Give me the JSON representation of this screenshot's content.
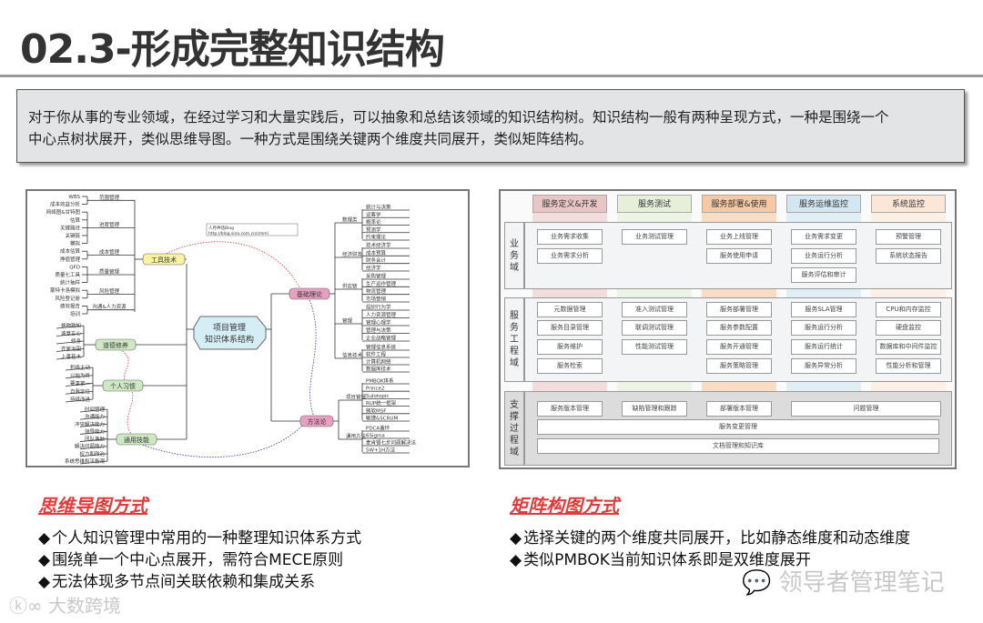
{
  "title": "02.3-形成完整知识结构",
  "intro": {
    "line1": "对于你从事的专业领域，在经过学习和大量实践后，可以抽象和总结该领域的知识结构树。知识结构一般有两种呈现方式，一种是围绕一个",
    "line2": "中心点树状展开，类似思维导图。一种方式是围绕关键两个维度共同展开，类似矩阵结构。"
  },
  "mindmap": {
    "center": [
      "项目管理",
      "知识体系结构"
    ],
    "note": [
      "人月神话Blog",
      "http://blog.sina.com.cn/cmmi"
    ],
    "left": [
      {
        "label": "工具技术",
        "color": "#f7f3a0",
        "groups": [
          {
            "label": "范围管理",
            "leaves": [
              "WBS",
              "成本效益分析"
            ]
          },
          {
            "label": "进度管理",
            "leaves": [
              "网络图&甘特图",
              "估算",
              "关键路径",
              "关键链",
              "模拟"
            ]
          },
          {
            "label": "成本管理",
            "leaves": [
              "成本估算",
              "挣值管理"
            ]
          },
          {
            "label": "质量管理",
            "leaves": [
              "QFD",
              "质量七工具",
              "统计抽样"
            ]
          },
          {
            "label": "风险管理",
            "leaves": [
              "蒙特卡洛模拟",
              "风险登记册"
            ]
          },
          {
            "label": "沟通&人力资源",
            "leaves": [
              "绩效报告",
              "培训"
            ]
          }
        ]
      },
      {
        "label": "道德修养",
        "color": "#cfe8c4",
        "leaves": [
          "格物致知",
          "诚意正心",
          "修身",
          "齐家治国",
          "上善若水"
        ]
      },
      {
        "label": "个人习惯",
        "color": "#cfe8c4",
        "leaves": [
          "积极主动",
          "以始为终",
          "要事第一",
          "自我定位",
          "持续改进"
        ]
      },
      {
        "label": "通用技能",
        "color": "#cfe8c4",
        "leaves": [
          "时间管理",
          "沟通能力",
          "冲突解决能力",
          "领导能力",
          "团队激励",
          "解决问题能力",
          "权力和政治",
          "系统思维和平衡观"
        ]
      }
    ],
    "right": [
      {
        "label": "基础理论",
        "color": "#e8a0c0",
        "groups": [
          {
            "label": "数理类",
            "leaves": [
              "统计与决策",
              "运筹学",
              "概率论",
              "预测学",
              "约束理论"
            ]
          },
          {
            "label": "经济财务",
            "leaves": [
              "技术经济学",
              "成本预算",
              "财务会计",
              "经济学"
            ]
          },
          {
            "label": "供应链",
            "leaves": [
              "采购管理",
              "生产运作管理",
              "物流管理",
              "市场营销"
            ]
          },
          {
            "label": "管理",
            "leaves": [
              "组织行为学",
              "人力资源管理",
              "管理心理学",
              "管理与决策",
              "企业战略管理"
            ]
          },
          {
            "label": "信息技术",
            "leaves": [
              "管理信息系统",
              "软件工程",
              "计算机网络",
              "数据库技术"
            ]
          }
        ]
      },
      {
        "label": "方法论",
        "color": "#e8a0c0",
        "groups": [
          {
            "label": "项目管理",
            "leaves": [
              "PMBOK体系",
              "Prince2",
              "Sulotopic",
              "RUP统一框架",
              "微软MSF",
              "敏捷&SCRUM"
            ]
          },
          {
            "label": "通用方法",
            "leaves": [
              "PDCA循环",
              "6Sigma",
              "麦肯锡七步问题解决法",
              "5W+1H方法"
            ]
          }
        ]
      }
    ]
  },
  "matrix": {
    "columns": [
      {
        "label": "服务定义&开发",
        "color": "#e9c5c5",
        "light": "#f2dcdc"
      },
      {
        "label": "服务测试",
        "color": "#e6efd9",
        "light": "#eef4e5"
      },
      {
        "label": "服务部署&使用",
        "color": "#f5c9a5",
        "light": "#f8dcc4"
      },
      {
        "label": "服务运维监控",
        "color": "#d3e6f1",
        "light": "#e0eef6"
      },
      {
        "label": "系统监控",
        "color": "#fbe6d8",
        "light": "#fcefe6"
      }
    ],
    "rows": [
      {
        "label": "业务域",
        "cells": [
          [
            "业务需求收集",
            "业务需求分析"
          ],
          [
            "业务测试管理"
          ],
          [
            "业务上线管理",
            "服务使用申请"
          ],
          [
            "业务需求变更",
            "业务运行分析",
            "服务评估和审计"
          ],
          [
            "预警管理",
            "系统状态报告"
          ]
        ]
      },
      {
        "label": "服务工程域",
        "cells": [
          [
            "元数据管理",
            "服务目录管理",
            "服务维护",
            "服务检索"
          ],
          [
            "准入测试管理",
            "联调测试管理",
            "性能测试管理"
          ],
          [
            "服务部署管理",
            "服务参数配置",
            "服务开通管理",
            "服务策略管理"
          ],
          [
            "服务SLA管理",
            "服务运行分析",
            "服务运行统计",
            "服务异常分析"
          ],
          [
            "CPU和内存监控",
            "硬盘监控",
            "数据库和中间件监控",
            "性能分析和管理"
          ]
        ]
      },
      {
        "label": "支撑过程域",
        "cells": [
          [
            "服务版本管理"
          ],
          [
            "缺陷管理和跟踪"
          ],
          [
            "部署版本管理"
          ]
        ],
        "wide": "问题管理",
        "bars": [
          "服务变更管理",
          "文档管理和知识库"
        ]
      }
    ]
  },
  "left_section": {
    "heading": "思维导图方式",
    "bullets": [
      "个人知识管理中常用的一种整理知识体系方式",
      "围绕单一个中心点展开，需符合MECE原则",
      "无法体现多节点间关联依赖和集成关系"
    ]
  },
  "right_section": {
    "heading": "矩阵构图方式",
    "bullets": [
      "选择关键的两个维度共同展开，比如静态维度和动态维度",
      "类似PMBOK当前知识体系即是双维度展开"
    ]
  },
  "watermarks": {
    "left": "大数跨境",
    "right": "领导者管理笔记"
  }
}
